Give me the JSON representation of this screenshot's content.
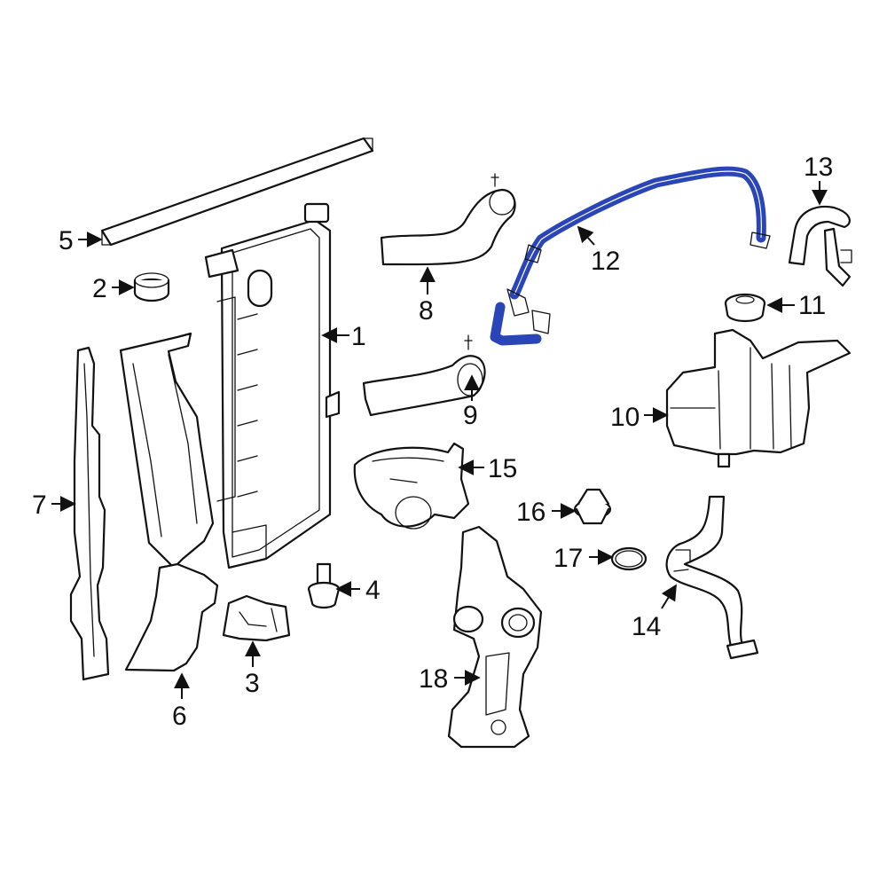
{
  "highlight_color": "#2a45b8",
  "callouts": [
    {
      "id": "1",
      "label": "1"
    },
    {
      "id": "2",
      "label": "2"
    },
    {
      "id": "3",
      "label": "3"
    },
    {
      "id": "4",
      "label": "4"
    },
    {
      "id": "5",
      "label": "5"
    },
    {
      "id": "6",
      "label": "6"
    },
    {
      "id": "7",
      "label": "7"
    },
    {
      "id": "8",
      "label": "8"
    },
    {
      "id": "9",
      "label": "9"
    },
    {
      "id": "10",
      "label": "10"
    },
    {
      "id": "11",
      "label": "11"
    },
    {
      "id": "12",
      "label": "12"
    },
    {
      "id": "13",
      "label": "13"
    },
    {
      "id": "14",
      "label": "14"
    },
    {
      "id": "15",
      "label": "15"
    },
    {
      "id": "16",
      "label": "16"
    },
    {
      "id": "17",
      "label": "17"
    },
    {
      "id": "18",
      "label": "18"
    }
  ]
}
